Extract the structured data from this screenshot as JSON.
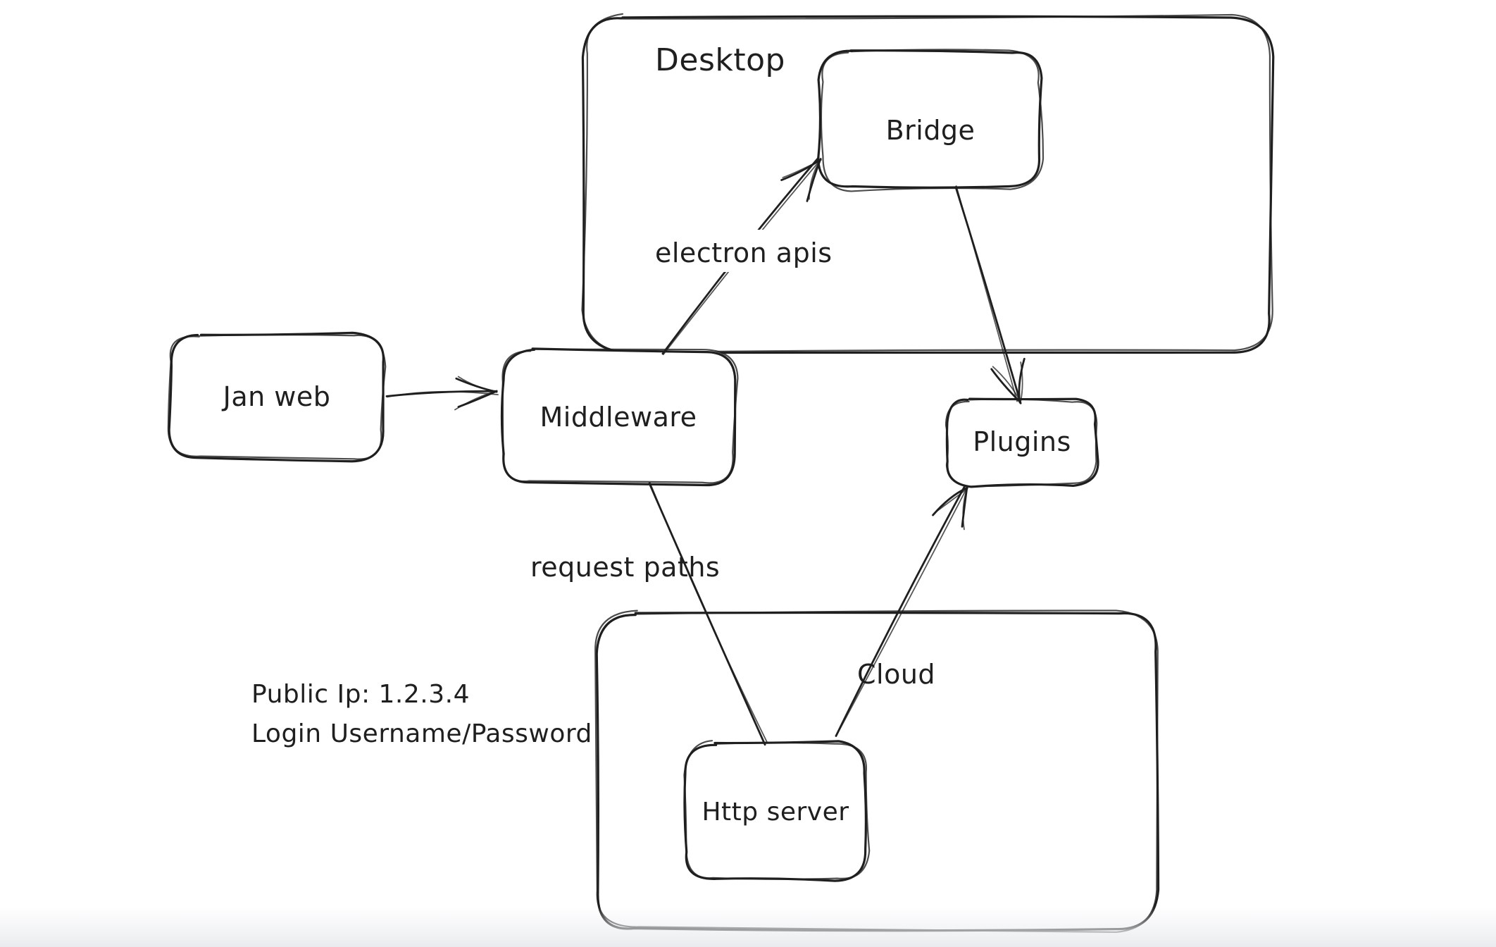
{
  "canvas": {
    "background": "#ffffff",
    "stroke_color": "#1f1f1f",
    "text_color": "#1f1f1f",
    "bottom_fade_color": "#e9ebee"
  },
  "containers": [
    {
      "id": "desktop",
      "label": "Desktop"
    },
    {
      "id": "cloud",
      "label": "Cloud"
    }
  ],
  "nodes": [
    {
      "id": "jan-web",
      "label": "Jan web"
    },
    {
      "id": "middleware",
      "label": "Middleware"
    },
    {
      "id": "bridge",
      "label": "Bridge"
    },
    {
      "id": "plugins",
      "label": "Plugins"
    },
    {
      "id": "http-server",
      "label": "Http server"
    }
  ],
  "edges": [
    {
      "id": "janweb-to-middleware",
      "from": "jan-web",
      "to": "middleware",
      "label": "",
      "arrow": true
    },
    {
      "id": "middleware-to-bridge",
      "from": "middleware",
      "to": "bridge",
      "label": "electron apis",
      "arrow": true
    },
    {
      "id": "bridge-to-plugins",
      "from": "bridge",
      "to": "plugins",
      "label": "",
      "arrow": true
    },
    {
      "id": "middleware-to-httpserver",
      "from": "middleware",
      "to": "http-server",
      "label": "request paths",
      "arrow": false
    },
    {
      "id": "httpserver-to-plugins",
      "from": "http-server",
      "to": "plugins",
      "label": "",
      "arrow": true
    }
  ],
  "annotations": [
    {
      "id": "public-ip",
      "text": "Public Ip: 1.2.3.4"
    },
    {
      "id": "login",
      "text": "Login Username/Password"
    }
  ]
}
